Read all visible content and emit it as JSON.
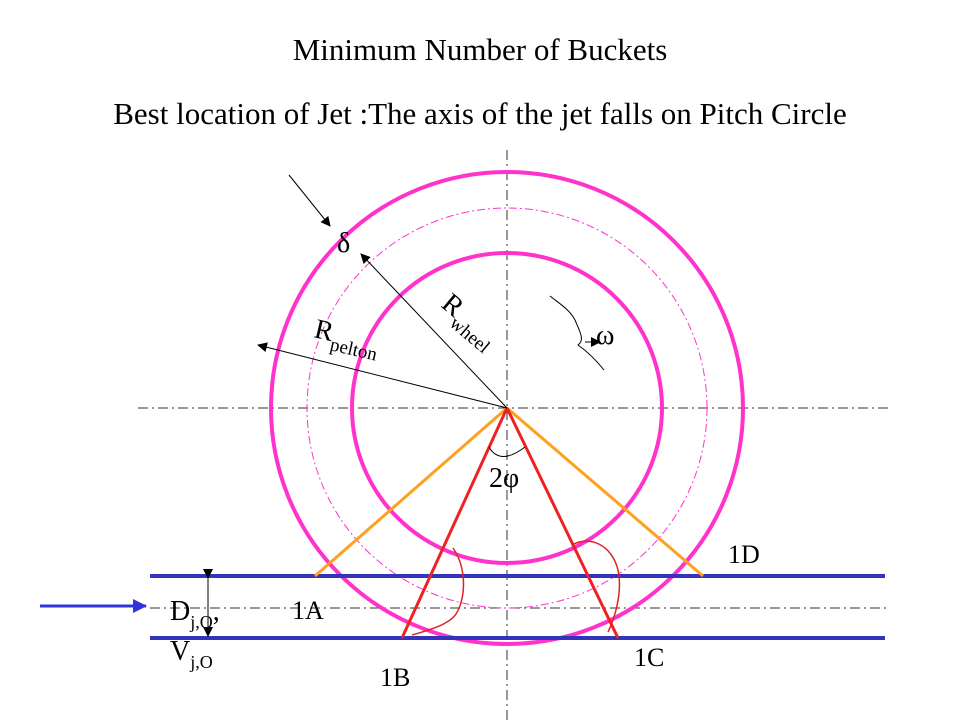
{
  "title": "Minimum Number of Buckets",
  "subtitle": "Best location of Jet :The axis of the jet falls on Pitch Circle",
  "labels": {
    "delta": "δ",
    "r_wheel_main": "R",
    "r_wheel_sub": "wheel",
    "r_pelton_main": "R",
    "r_pelton_sub": "pelton",
    "omega": "ω",
    "two_phi": "2φ",
    "p1a": "1A",
    "p1b": "1B",
    "p1c": "1C",
    "p1d": "1D",
    "d_main": "D",
    "d_sub": "j,O",
    "comma": ",",
    "v_main": "V",
    "v_sub": "j,O"
  },
  "colors": {
    "circles": "#ff33cc",
    "jet_lines": "#3333bb",
    "inlet_arrow": "#3333dd",
    "orange_lines": "#ffa020",
    "red_lines": "#ee2222",
    "bucket_curves": "#dd2222",
    "axes": "#333333"
  }
}
